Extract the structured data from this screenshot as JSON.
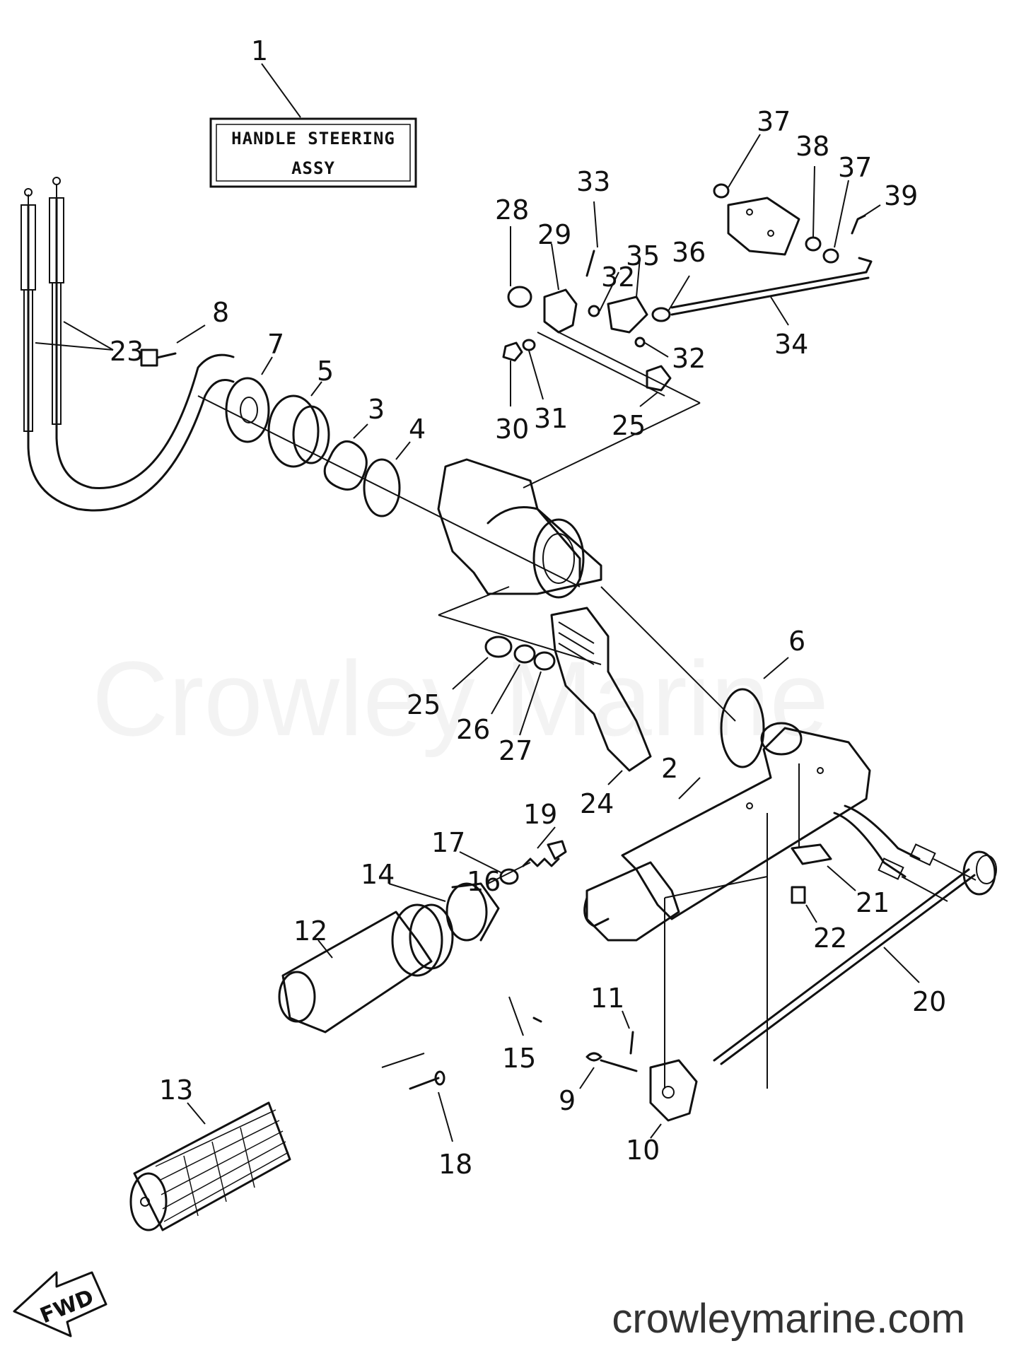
{
  "title_box": {
    "line1": "HANDLE STEERING",
    "line2": "ASSY"
  },
  "watermark": "Crowley Marine",
  "footer_url": "crowleymarine.com",
  "direction_label": "FWD",
  "callouts": [
    {
      "id": "c1",
      "text": "1"
    },
    {
      "id": "c2",
      "text": "2"
    },
    {
      "id": "c3",
      "text": "3"
    },
    {
      "id": "c4",
      "text": "4"
    },
    {
      "id": "c5",
      "text": "5"
    },
    {
      "id": "c6",
      "text": "6"
    },
    {
      "id": "c7",
      "text": "7"
    },
    {
      "id": "c8",
      "text": "8"
    },
    {
      "id": "c9",
      "text": "9"
    },
    {
      "id": "c10",
      "text": "10"
    },
    {
      "id": "c11",
      "text": "11"
    },
    {
      "id": "c12",
      "text": "12"
    },
    {
      "id": "c13",
      "text": "13"
    },
    {
      "id": "c14",
      "text": "14"
    },
    {
      "id": "c15",
      "text": "15"
    },
    {
      "id": "c16",
      "text": "16"
    },
    {
      "id": "c17",
      "text": "17"
    },
    {
      "id": "c18",
      "text": "18"
    },
    {
      "id": "c19",
      "text": "19"
    },
    {
      "id": "c20",
      "text": "20"
    },
    {
      "id": "c21",
      "text": "21"
    },
    {
      "id": "c22",
      "text": "22"
    },
    {
      "id": "c23",
      "text": "23"
    },
    {
      "id": "c24",
      "text": "24"
    },
    {
      "id": "c25a",
      "text": "25"
    },
    {
      "id": "c25b",
      "text": "25"
    },
    {
      "id": "c26",
      "text": "26"
    },
    {
      "id": "c27",
      "text": "27"
    },
    {
      "id": "c28",
      "text": "28"
    },
    {
      "id": "c29",
      "text": "29"
    },
    {
      "id": "c30",
      "text": "30"
    },
    {
      "id": "c31",
      "text": "31"
    },
    {
      "id": "c32a",
      "text": "32"
    },
    {
      "id": "c32b",
      "text": "32"
    },
    {
      "id": "c33",
      "text": "33"
    },
    {
      "id": "c34",
      "text": "34"
    },
    {
      "id": "c35",
      "text": "35"
    },
    {
      "id": "c36",
      "text": "36"
    },
    {
      "id": "c37a",
      "text": "37"
    },
    {
      "id": "c37b",
      "text": "37"
    },
    {
      "id": "c38",
      "text": "38"
    },
    {
      "id": "c39",
      "text": "39"
    }
  ]
}
